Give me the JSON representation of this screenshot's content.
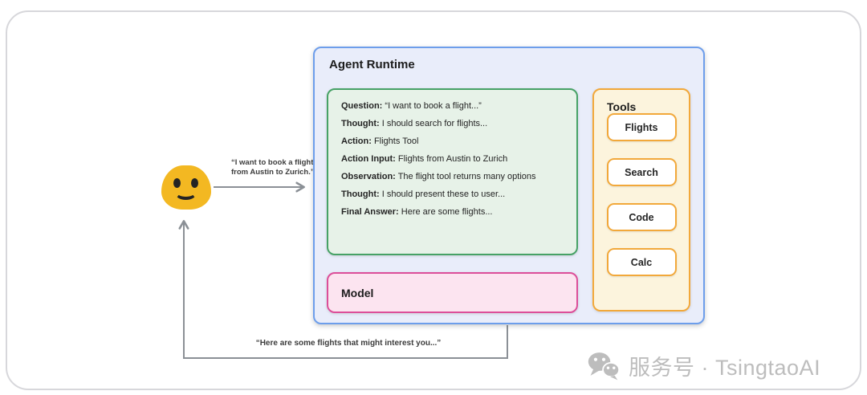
{
  "user": {
    "icon": "blob-smiley-emoji",
    "request_label": "“I want to book a flight\nfrom Austin to Zurich.”",
    "response_label": "“Here are some flights that might interest you...”"
  },
  "runtime": {
    "title": "Agent Runtime",
    "trace": [
      {
        "label": "Question:",
        "text": " “I want to book a flight...”"
      },
      {
        "label": "Thought:",
        "text": " I should search for flights..."
      },
      {
        "label": "Action:",
        "text": " Flights Tool"
      },
      {
        "label": "Action Input:",
        "text": " Flights from Austin to Zurich"
      },
      {
        "label": "Observation:",
        "text": " The flight tool returns many options"
      },
      {
        "label": "Thought:",
        "text": " I should present these to user..."
      },
      {
        "label": "Final Answer:",
        "text": " Here are some flights..."
      }
    ],
    "model_label": "Model"
  },
  "tools": {
    "title": "Tools",
    "items": [
      "Flights",
      "Search",
      "Code",
      "Calc"
    ]
  },
  "watermark": {
    "icon": "wechat-icon",
    "text": "服务号 · TsingtaoAI"
  },
  "colors": {
    "runtime_border": "#6d9eeb",
    "runtime_fill": "#e9edfa",
    "trace_border": "#47a266",
    "trace_fill": "#e7f2e8",
    "tools_border": "#f2a83a",
    "tools_fill": "#fcf4dd",
    "model_border": "#dc4e99",
    "model_fill": "#fce4f0",
    "arrow_gray": "#8b9096",
    "emoji_yellow": "#f3b822",
    "watermark_gray": "#bdbdbd"
  }
}
